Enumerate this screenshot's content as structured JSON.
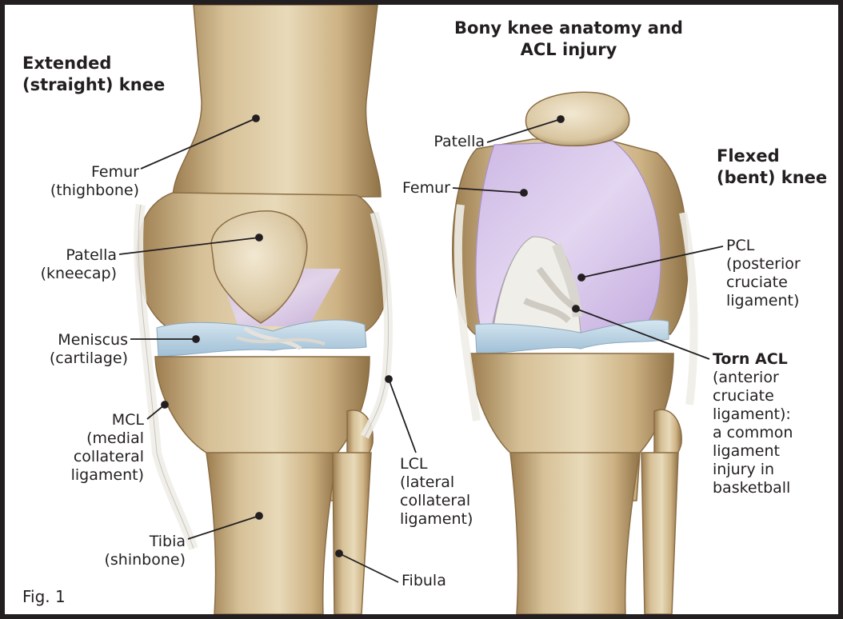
{
  "title": [
    "Bony knee anatomy and",
    "ACL injury"
  ],
  "left_heading": [
    "Extended",
    "(straight) knee"
  ],
  "right_heading": [
    "Flexed",
    "(bent) knee"
  ],
  "figure_label": "Fig. 1",
  "labels": {
    "femur_left": [
      "Femur",
      "(thighbone)"
    ],
    "patella_left": [
      "Patella",
      "(kneecap)"
    ],
    "meniscus": [
      "Meniscus",
      "(cartilage)"
    ],
    "mcl": [
      "MCL",
      "(medial",
      "collateral",
      "ligament)"
    ],
    "tibia": [
      "Tibia",
      "(shinbone)"
    ],
    "lcl": [
      "LCL",
      "(lateral",
      "collateral",
      "ligament)"
    ],
    "fibula": [
      "Fibula"
    ],
    "patella_right": [
      "Patella"
    ],
    "femur_right": [
      "Femur"
    ],
    "pcl": [
      "PCL",
      "(posterior",
      "cruciate",
      "ligament)"
    ],
    "torn_acl": [
      "Torn ACL"
    ],
    "torn_acl_desc": [
      "(anterior",
      "cruciate",
      "ligament):",
      "a common",
      "ligament",
      "injury in",
      "basketball"
    ]
  },
  "colors": {
    "bone": "#d7c29a",
    "bone_shadow": "#a68a5d",
    "cartilage": "#d9c8ea",
    "meniscus": "#bcd5e6",
    "ligament": "#eeeeea",
    "text": "#231f20"
  }
}
